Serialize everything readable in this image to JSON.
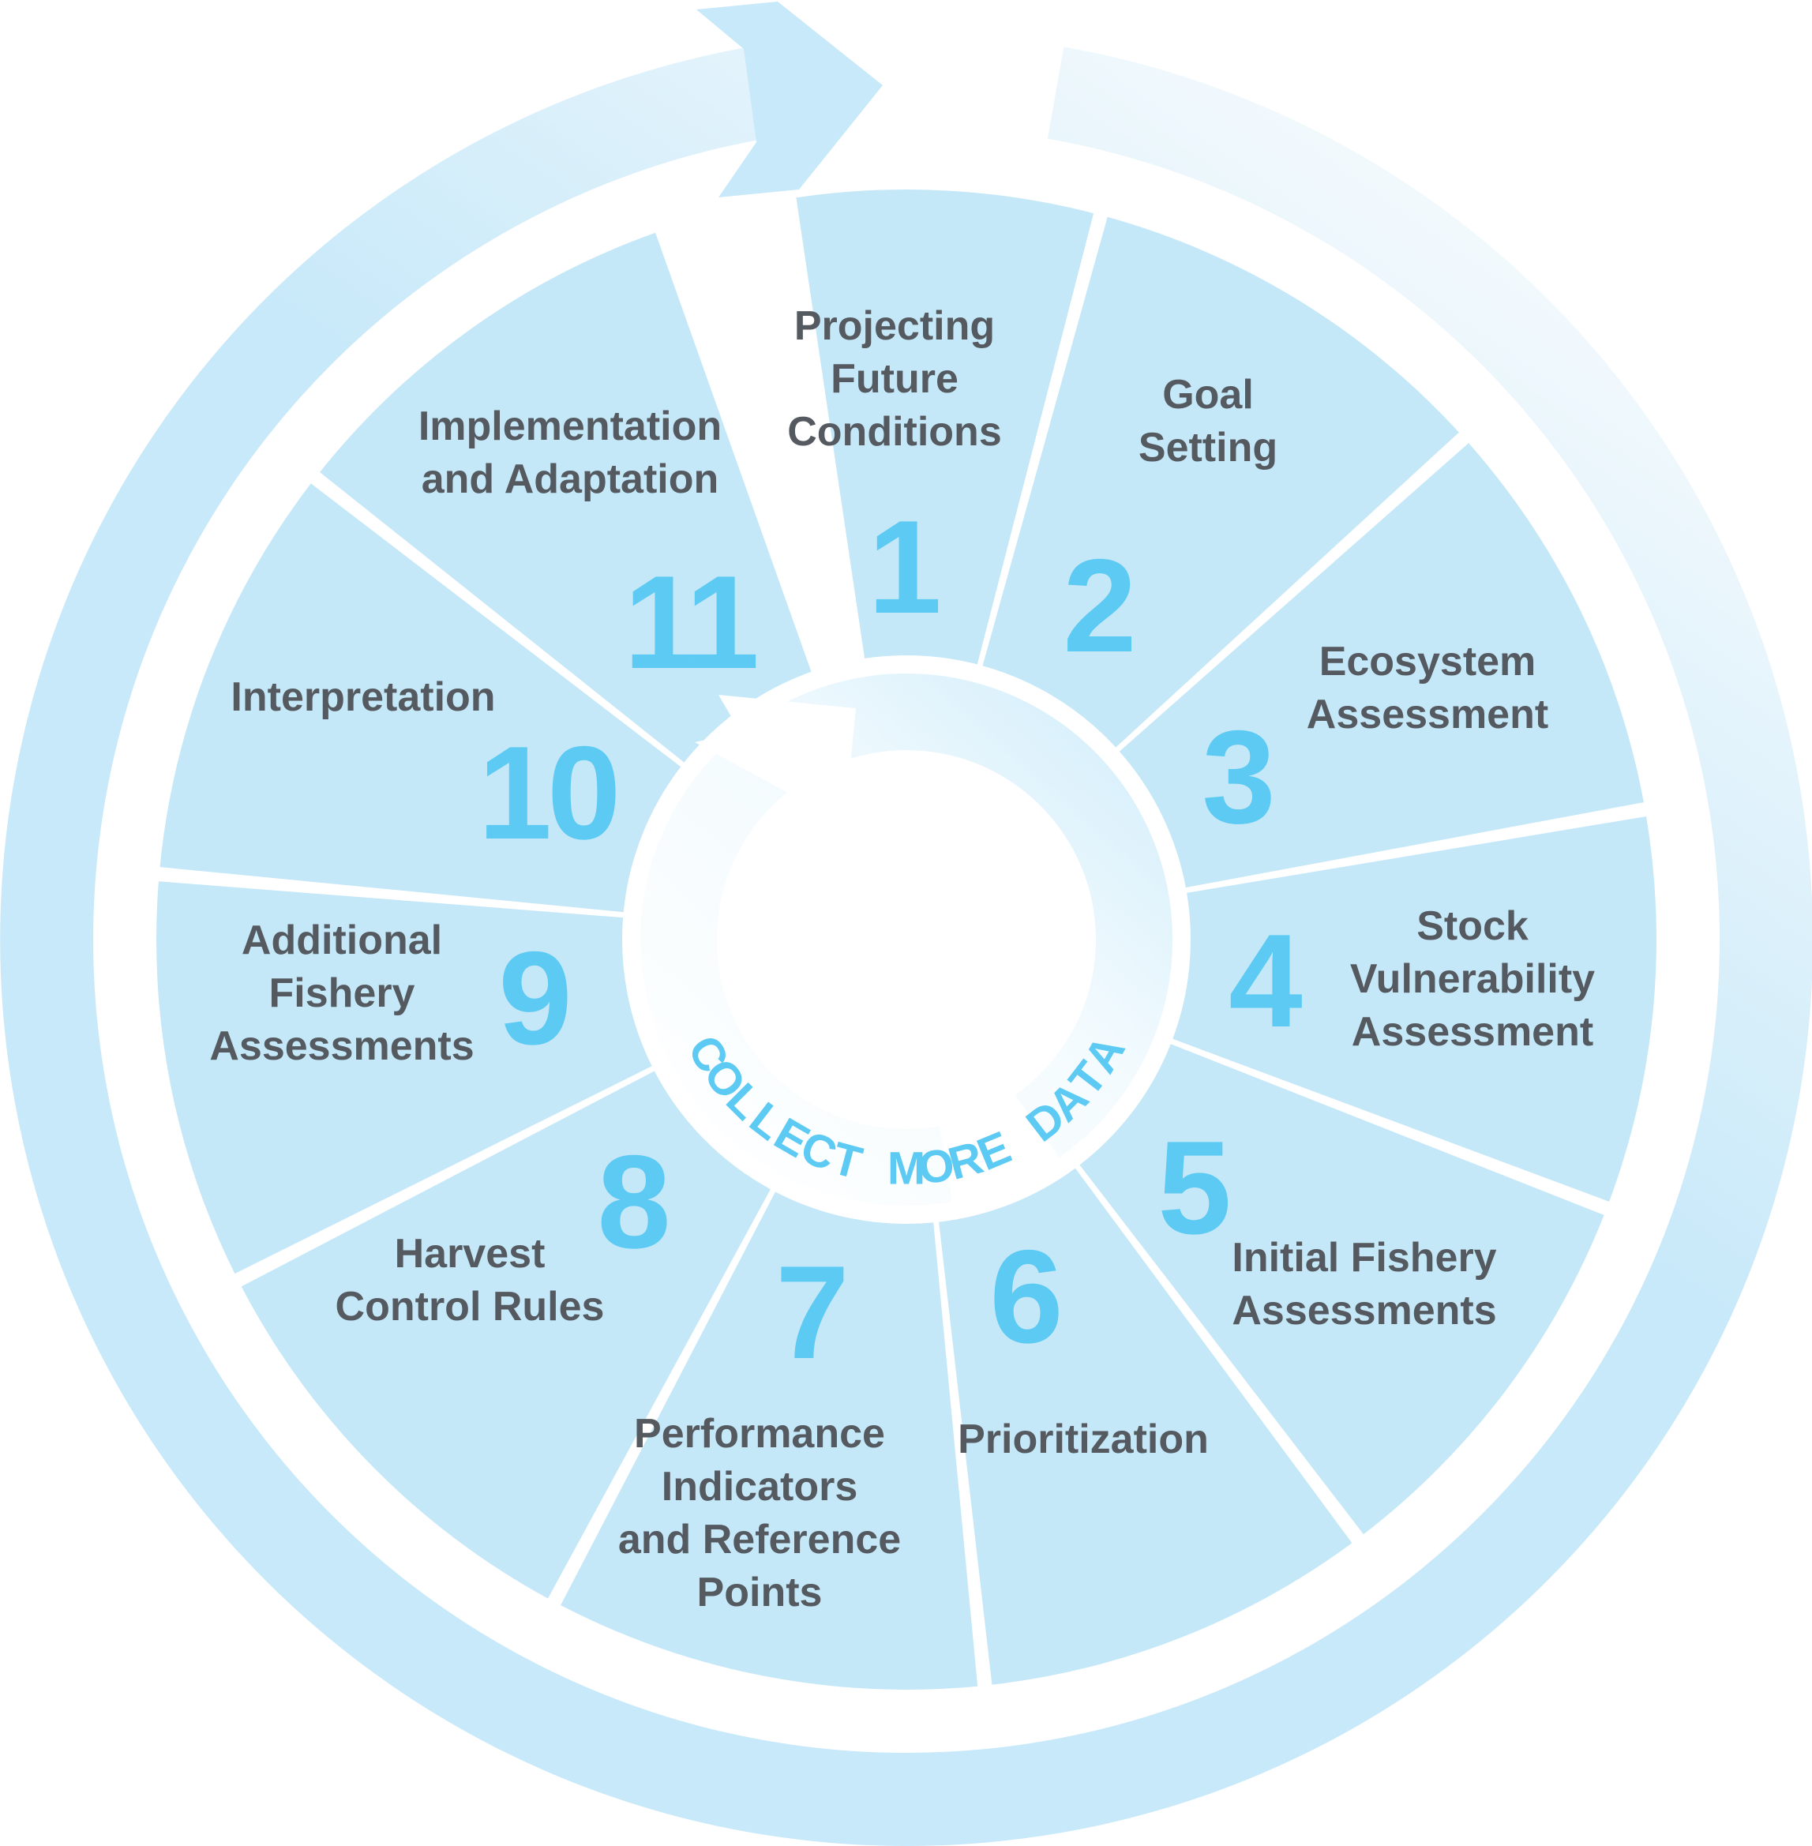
{
  "colors": {
    "segment_fill": "#c5e8f9",
    "divider": "#ffffff",
    "outer_arrow": "#c8e9f9",
    "outer_arrow_fade": "#f2f9fd",
    "number": "#5ccaf2",
    "label": "#545a60",
    "ring_text": "#5ccaf2"
  },
  "center_ring": {
    "text": "COLLECT MORE DATA",
    "icon": "circular-arrow-icon"
  },
  "outer_cycle": {
    "icon": "cycle-arrow-icon"
  },
  "segments": [
    {
      "number": "1",
      "lines": [
        "Projecting",
        "Future",
        "Conditions"
      ]
    },
    {
      "number": "2",
      "lines": [
        "Goal",
        "Setting"
      ]
    },
    {
      "number": "3",
      "lines": [
        "Ecosystem",
        "Assessment"
      ]
    },
    {
      "number": "4",
      "lines": [
        "Stock",
        "Vulnerability",
        "Assessment"
      ]
    },
    {
      "number": "5",
      "lines": [
        "Initial Fishery",
        "Assessments"
      ]
    },
    {
      "number": "6",
      "lines": [
        "Prioritization"
      ]
    },
    {
      "number": "7",
      "lines": [
        "Performance",
        "Indicators",
        "and Reference",
        "Points"
      ]
    },
    {
      "number": "8",
      "lines": [
        "Harvest",
        "Control Rules"
      ]
    },
    {
      "number": "9",
      "lines": [
        "Additional",
        "Fishery",
        "Assessments"
      ]
    },
    {
      "number": "10",
      "lines": [
        "Interpretation"
      ]
    },
    {
      "number": "11",
      "lines": [
        "Implementation",
        "and Adaptation"
      ]
    }
  ]
}
